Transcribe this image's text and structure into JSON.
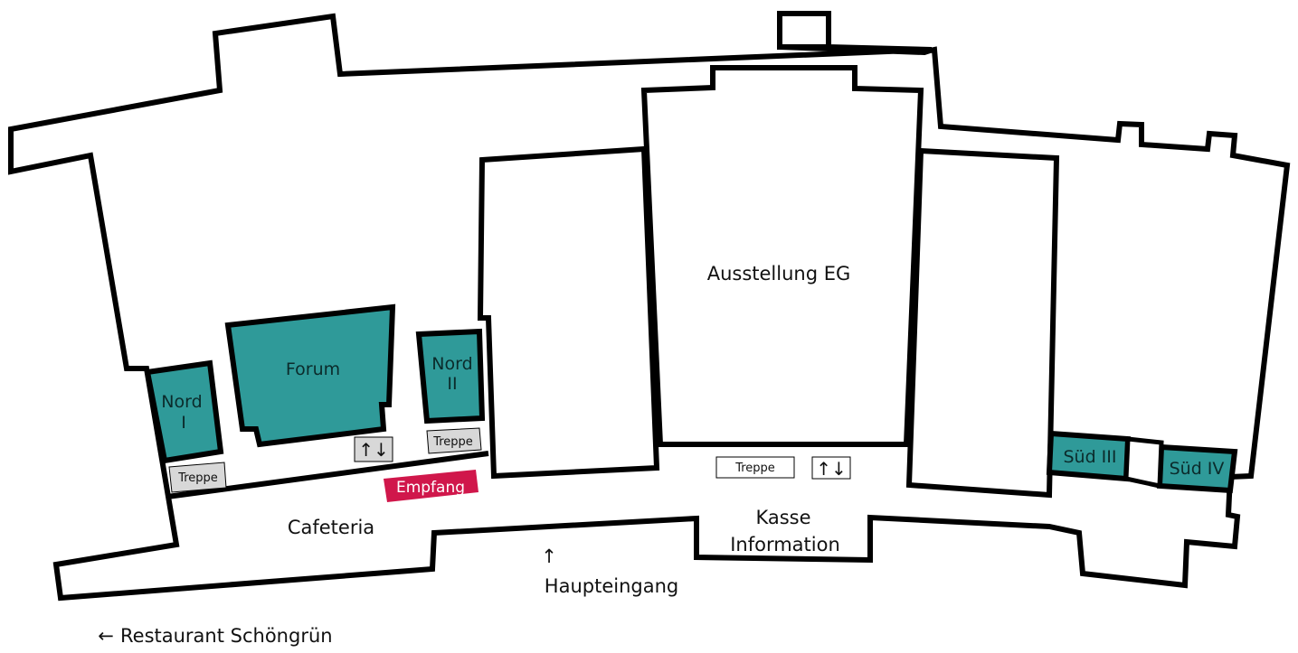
{
  "colors": {
    "room_fill": "#2f9a99",
    "stair_fill": "#d8d8d8",
    "empfang_fill": "#d0174b",
    "wall": "#000000"
  },
  "rooms": {
    "forum": "Forum",
    "nord1_line1": "Nord",
    "nord1_line2": "I",
    "nord2_line1": "Nord",
    "nord2_line2": "II",
    "sued3": "Süd III",
    "sued4": "Süd IV"
  },
  "areas": {
    "ausstellung": "Ausstellung EG",
    "cafeteria": "Cafeteria",
    "kasse": "Kasse",
    "information": "Information",
    "empfang": "Empfang"
  },
  "stairs": {
    "label_left": "Treppe",
    "label_mid": "Treppe",
    "label_center": "Treppe"
  },
  "elevator": {
    "icon": "elevator-arrows-icon",
    "symbol": "↑↓"
  },
  "entrances": {
    "haupteingang": "Haupteingang",
    "haupteingang_arrow": "↑",
    "restaurant": "Restaurant Schöngrün",
    "restaurant_arrow": "←"
  }
}
